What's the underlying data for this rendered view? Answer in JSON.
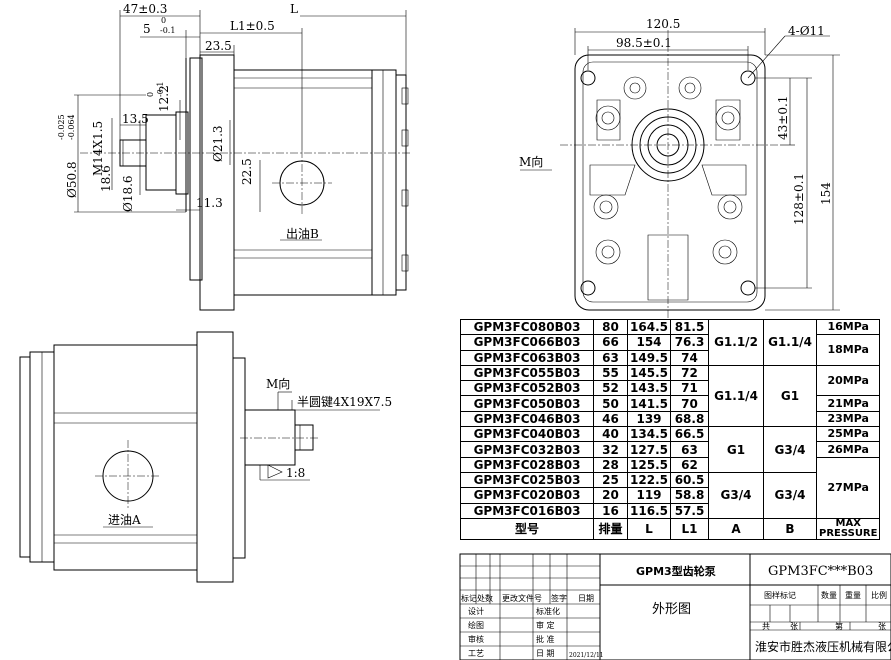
{
  "side_view": {
    "dims": {
      "d47": "47±0.3",
      "d5": "5",
      "d5_tol_upper": "0",
      "d5_tol_lower": "-0.1",
      "dL1": "L1±0.5",
      "dL": "L",
      "d235": "23.5",
      "d122": "12.2",
      "d122_tol_upper": "0",
      "d122_tol_lower": "-0.1",
      "d135": "13.5",
      "d213": "Ø21.3",
      "d225": "22.5",
      "d113": "11.3",
      "d508": "Ø50.8",
      "d508_tol_upper": "-0.025",
      "d508_tol_lower": "-0.064",
      "dm14": "M14X1.5",
      "d186a": "18.6",
      "d186b": "Ø18.6"
    },
    "port_label": "出油B"
  },
  "front_view": {
    "dims": {
      "w120": "120.5",
      "w985": "98.5±0.1",
      "holes": "4-Ø11",
      "h43": "43±0.1",
      "h128": "128±0.1",
      "h154": "154"
    },
    "m_label": "M向"
  },
  "bottom_view": {
    "m_label": "M向",
    "key_label": "半圆键4X19X7.5",
    "taper_label": "1:8",
    "port_label": "进油A"
  },
  "spec_table": {
    "rows": [
      {
        "model": "GPM3FC080B03",
        "disp": "80",
        "L": "164.5",
        "L1": "81.5"
      },
      {
        "model": "GPM3FC066B03",
        "disp": "66",
        "L": "154",
        "L1": "76.3"
      },
      {
        "model": "GPM3FC063B03",
        "disp": "63",
        "L": "149.5",
        "L1": "74"
      },
      {
        "model": "GPM3FC055B03",
        "disp": "55",
        "L": "145.5",
        "L1": "72"
      },
      {
        "model": "GPM3FC052B03",
        "disp": "52",
        "L": "143.5",
        "L1": "71"
      },
      {
        "model": "GPM3FC050B03",
        "disp": "50",
        "L": "141.5",
        "L1": "70"
      },
      {
        "model": "GPM3FC046B03",
        "disp": "46",
        "L": "139",
        "L1": "68.8"
      },
      {
        "model": "GPM3FC040B03",
        "disp": "40",
        "L": "134.5",
        "L1": "66.5"
      },
      {
        "model": "GPM3FC032B03",
        "disp": "32",
        "L": "127.5",
        "L1": "63"
      },
      {
        "model": "GPM3FC028B03",
        "disp": "28",
        "L": "125.5",
        "L1": "62"
      },
      {
        "model": "GPM3FC025B03",
        "disp": "25",
        "L": "122.5",
        "L1": "60.5"
      },
      {
        "model": "GPM3FC020B03",
        "disp": "20",
        "L": "119",
        "L1": "58.8"
      },
      {
        "model": "GPM3FC016B03",
        "disp": "16",
        "L": "116.5",
        "L1": "57.5"
      }
    ],
    "ports": {
      "g1_a": "G1.1/2",
      "g1_b": "G1.1/4",
      "g2_a": "G1.1/4",
      "g2_b": "G1",
      "g3_a": "G1",
      "g3_b": "G3/4",
      "g4_a": "G3/4",
      "g4_b": "G3/4"
    },
    "pressures": {
      "p16": "16MPa",
      "p18": "18MPa",
      "p20": "20MPa",
      "p21": "21MPa",
      "p23": "23MPa",
      "p25": "25MPa",
      "p26": "26MPa",
      "p27": "27MPa"
    },
    "headers": {
      "model": "型号",
      "disp": "排量",
      "L": "L",
      "L1": "L1",
      "A": "A",
      "B": "B",
      "max1": "MAX",
      "max2": "PRESSURE"
    }
  },
  "title_block": {
    "product": "GPM3型齿轮泵",
    "part_no": "GPM3FC***B03",
    "drawing": "外形图",
    "company": "淮安市胜杰液压机械有限公司",
    "rev_labels": [
      "标记",
      "处数",
      "更改文件号",
      "签字",
      "日期"
    ],
    "roles": [
      "设计",
      "绘图",
      "审核",
      "工艺"
    ],
    "checks": [
      "标准化",
      "审 定",
      "批 准",
      "日 期"
    ],
    "date": "2021/12/11",
    "stage_label": "图样标记",
    "qty_label": "数量",
    "weight_label": "重量",
    "scale_label": "比例",
    "sheet_total": "共",
    "sheet_unit1": "张",
    "sheet_no": "第",
    "sheet_unit2": "张"
  }
}
